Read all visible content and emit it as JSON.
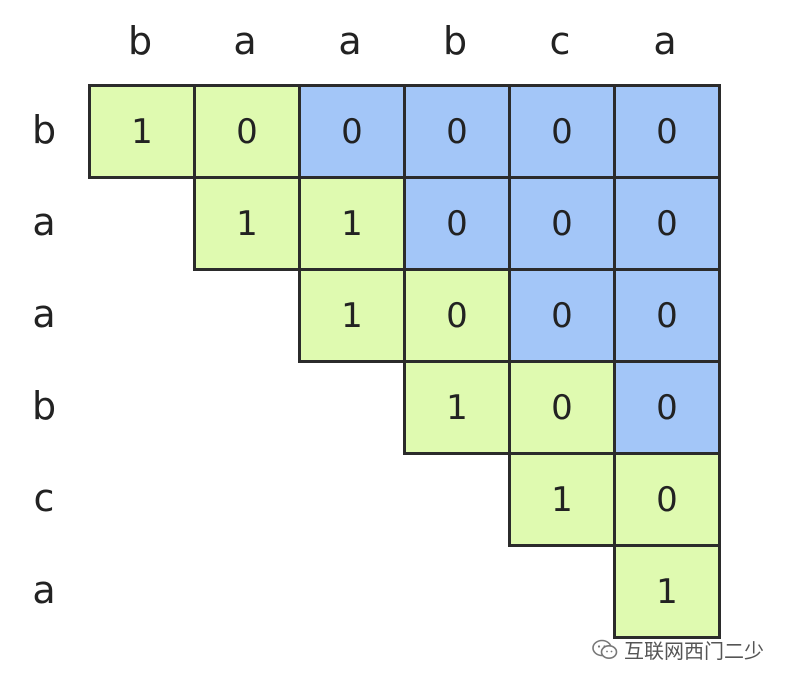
{
  "columns": [
    "b",
    "a",
    "a",
    "b",
    "c",
    "a"
  ],
  "rows": [
    "b",
    "a",
    "a",
    "b",
    "c",
    "a"
  ],
  "matrix": [
    [
      "1",
      "0",
      "0",
      "0",
      "0",
      "0"
    ],
    [
      null,
      "1",
      "1",
      "0",
      "0",
      "0"
    ],
    [
      null,
      null,
      "1",
      "0",
      "0",
      "0"
    ],
    [
      null,
      null,
      null,
      "1",
      "0",
      "0"
    ],
    [
      null,
      null,
      null,
      null,
      "1",
      "0"
    ],
    [
      null,
      null,
      null,
      null,
      null,
      "1"
    ]
  ],
  "cell_colors": [
    [
      "green",
      "green",
      "blue",
      "blue",
      "blue",
      "blue"
    ],
    [
      null,
      "green",
      "green",
      "blue",
      "blue",
      "blue"
    ],
    [
      null,
      null,
      "green",
      "green",
      "blue",
      "blue"
    ],
    [
      null,
      null,
      null,
      "green",
      "green",
      "blue"
    ],
    [
      null,
      null,
      null,
      null,
      "green",
      "green"
    ],
    [
      null,
      null,
      null,
      null,
      null,
      "green"
    ]
  ],
  "colors": {
    "green": "#dffab0",
    "blue": "#a3c6f8",
    "border": "#2b2b2b"
  },
  "watermark": {
    "icon": "wechat-icon",
    "text": "互联网西门二少"
  }
}
